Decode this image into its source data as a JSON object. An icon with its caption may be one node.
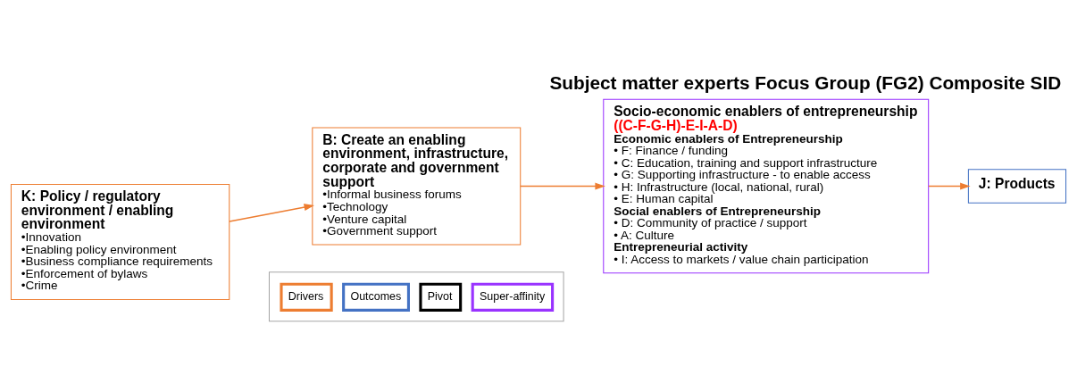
{
  "diagram": {
    "title": "Subject matter experts Focus Group (FG2) Composite SID",
    "nodes": [
      {
        "text": [
          "K: Policy / regulatory environment / enabling environment",
          "•Innovation",
          "•Enabling policy environment",
          "•Business compliance requirements",
          "•Enforcement of bylaws",
          "•Crime"
        ]
      },
      {
        "text": [
          "B: Create an enabling environment, infrastructure, corporate and government support",
          "•Informal business forums",
          "•Technology",
          "•Venture capital",
          "•Government support"
        ]
      },
      {
        "text": [
          "Socio-economic enablers of entrepreneurship",
          "((C-F-G-H)-E-I-A-D)",
          "Economic enablers of Entrepreneurship",
          "• F: Finance / funding",
          "• C: Education, training and support infrastructure",
          "• G: Supporting infrastructure - to enable access",
          "• H: Infrastructure (local, national, rural)",
          "• E: Human capital",
          "Social enablers of Entrepreneurship",
          "• D: Community of practice / support",
          "• A: Culture",
          "Entrepreneurial activity",
          "• I: Access to markets / value chain participation"
        ]
      },
      {
        "text": [
          "J: Products"
        ]
      }
    ],
    "edges": [
      {
        "from": 0,
        "to": 1,
        "arrow": "to"
      },
      {
        "from": 1,
        "to": 2,
        "arrow": "to"
      },
      {
        "from": 2,
        "to": 3,
        "arrow": "to"
      }
    ],
    "legend": [
      {
        "text": "Drivers",
        "color": "#ed7d31"
      },
      {
        "text": "Outcomes",
        "color": "#4472c4"
      },
      {
        "text": "Pivot",
        "color": "#000000"
      },
      {
        "text": "Super-affinity",
        "color": "#9933ff"
      }
    ]
  }
}
